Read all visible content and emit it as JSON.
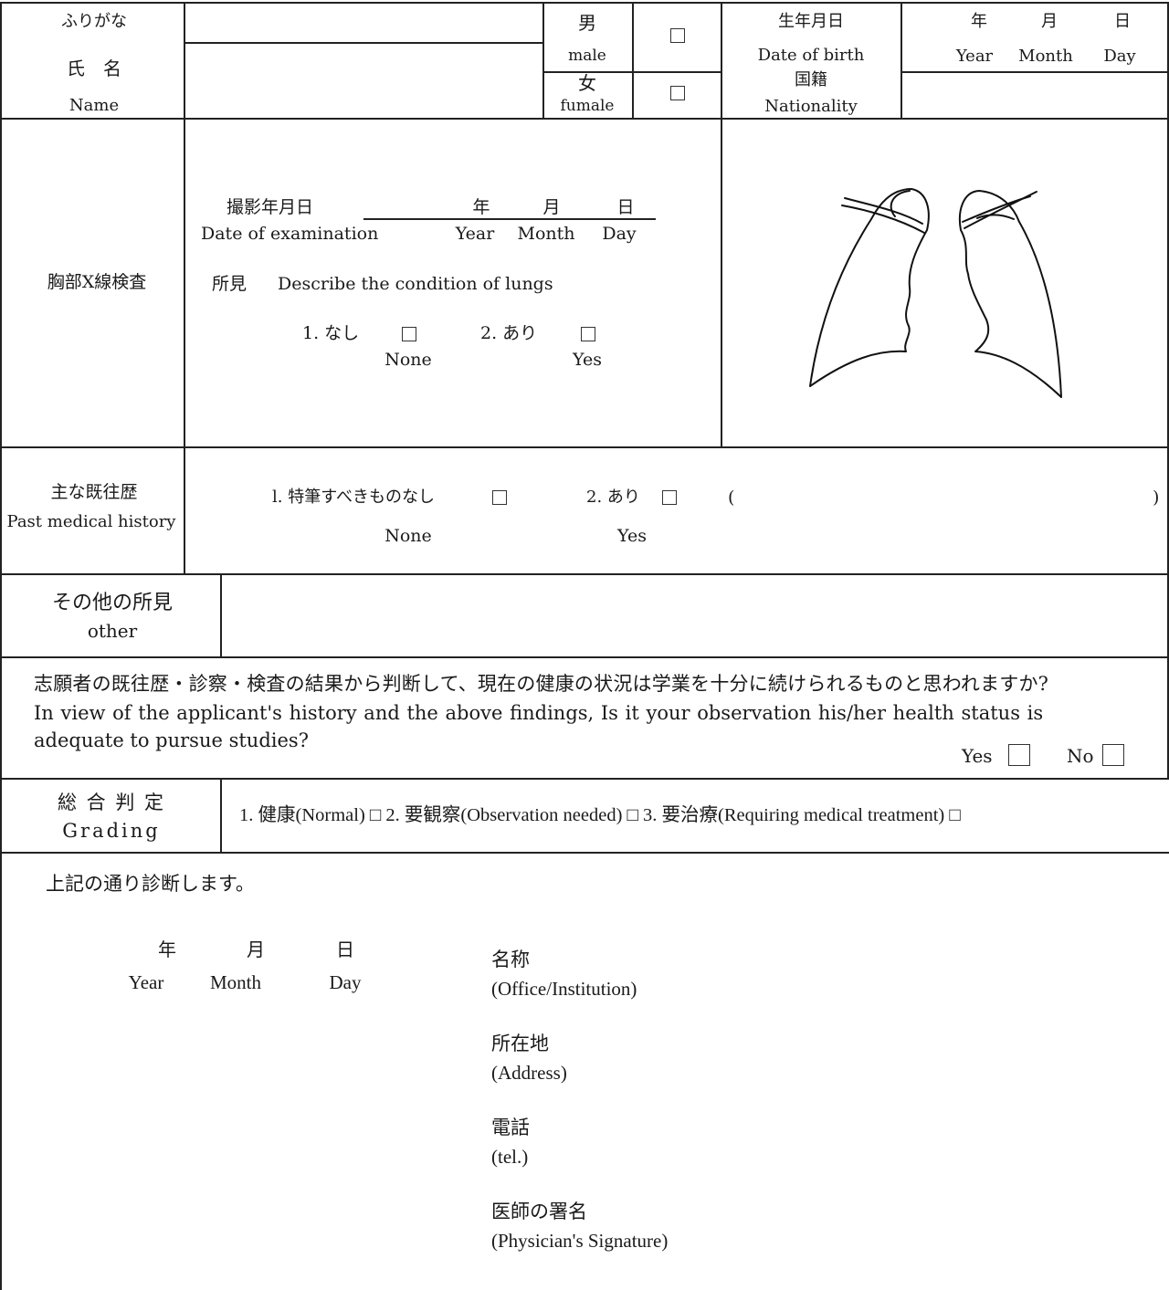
{
  "header": {
    "furigana_label": "ふりがな",
    "name_jp": "氏　名",
    "name_en": "Name",
    "male_jp": "男",
    "male_en": "male",
    "female_jp": "女",
    "female_en": "fumale",
    "dob_jp": "生年月日",
    "dob_en": "Date of birth",
    "year_jp": "年",
    "month_jp": "月",
    "day_jp": "日",
    "year_en": "Year",
    "month_en": "Month",
    "day_en": "Day",
    "nationality_jp": "国籍",
    "nationality_en": "Nationality"
  },
  "xray": {
    "label": "胸部X線検査",
    "exam_date_jp": "撮影年月日",
    "exam_date_en": "Date of examination",
    "year_jp": "年",
    "month_jp": "月",
    "day_jp": "日",
    "year_en": "Year",
    "month_en": "Month",
    "day_en": "Day",
    "findings_jp": "所見",
    "findings_en": "Describe the condition of lungs",
    "opt1_jp": "1. なし",
    "opt1_en": "None",
    "opt2_jp": "2. あり",
    "opt2_en": "Yes"
  },
  "history": {
    "label_jp": "主な既往歴",
    "label_en": "Past medical history",
    "opt1_jp": "l. 特筆すべきものなし",
    "opt1_en": "None",
    "opt2_jp": "2. あり",
    "opt2_en": "Yes",
    "paren_open": "(",
    "paren_close": ")"
  },
  "other": {
    "label_jp": "その他の所見",
    "label_en": "other"
  },
  "question": {
    "jp": "志願者の既往歴・診察・検査の結果から判断して、現在の健康の状況は学業を十分に続けられるものと思われますか?",
    "en_line1": "In view of the applicant's history and the above findings, Is it your observation his/her health status is",
    "en_line2": "adequate to pursue studies?",
    "yes": "Yes",
    "no": "No"
  },
  "grading": {
    "label_jp": "総 合 判 定",
    "label_en": "Grading",
    "options": "1. 健康(Normal) □  2. 要観察(Observation needed) □  3. 要治療(Requiring medical treatment) □"
  },
  "signature": {
    "statement": "上記の通り診断します。",
    "year_jp": "年",
    "month_jp": "月",
    "day_jp": "日",
    "year_en": "Year",
    "month_en": "Month",
    "day_en": "Day",
    "office_jp": "名称",
    "office_en": "(Office/Institution)",
    "address_jp": "所在地",
    "address_en": "(Address)",
    "tel_jp": "電話",
    "tel_en": "(tel.)",
    "physician_jp": "医師の署名",
    "physician_en": "(Physician's Signature)"
  }
}
